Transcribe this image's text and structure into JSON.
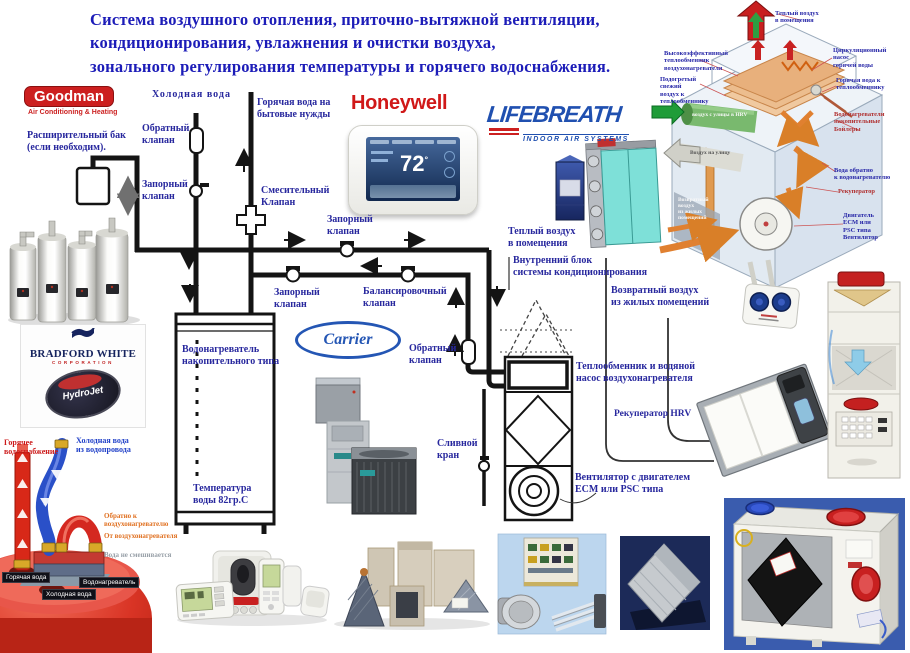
{
  "title": {
    "line1": "Система воздушного отопления, приточно-вытяжной вентиляции,",
    "line2": "кондиционирования, увлажнения и очистки воздуха,",
    "line3": "зонального регулирования температуры и горячего водоснабжения."
  },
  "logos": {
    "goodman": {
      "name": "Goodman",
      "tagline": "Air Conditioning & Heating"
    },
    "honeywell": {
      "name": "Honeywell"
    },
    "lifebreath": {
      "name": "LIFEBREATH",
      "tagline": "INDOOR AIR SYSTEMS"
    },
    "carrier": {
      "name": "Carrier"
    },
    "bradford": {
      "name": "BRADFORD WHITE",
      "tagline": "CORPORATION",
      "badge": "HydroJet"
    }
  },
  "thermostat": {
    "temp": "72",
    "degree": "°"
  },
  "schematic": {
    "cold_water": "Холодная вода",
    "hot_water_domestic": "Горячая вода на\nбытовые нужды",
    "check_valve_top": "Обратный\nклапан",
    "expansion_tank": "Расширительный бак\n(если необходим).",
    "shutoff_valve_1": "Запорный\nклапан",
    "mixing_valve": "Смесительный\nКлапан",
    "shutoff_valve_2": "Запорный\nклапан",
    "shutoff_valve_3": "Запорный\nклапан",
    "balancing_valve": "Балансировочный\nклапан",
    "check_valve_right": "Обратный\nклапан",
    "tank": "Водонагреватель\nнакопительного типа",
    "water_temp": "Температура\nводы 82гр.С",
    "drain_valve": "Сливной\nкран",
    "warm_air": "Теплый воздух\nв помещения",
    "indoor_unit": "Внутренний блок\nсистемы кондиционирования",
    "return_air": "Возвратный воздух\nиз жилых помещений",
    "heat_exchanger": "Теплообменник и водяной\nнасос воздухонагревателя",
    "hrv": "Рекуператор HRV",
    "fan": "Вентилятор с двигателем\nECM или PSC типа"
  },
  "airhandler": {
    "warm_air": "Теплый воздух\nв помещения",
    "hx": "Высокоэффективный\nтеплообменник\nвоздухонагревателя",
    "preheated": "Подогретый свежий\nвоздух к\nтеплообменнику",
    "pump": "Циркуляционный\nнасос\nгорячей воды",
    "hot_to_hx": "Горячая вода к\nтеплообменнику",
    "boilers": "Водонагреватели\nнакопительные\nБойлеры",
    "outside_air": "воздух с улицы в HRV",
    "exhaust_air": "Воздух на улицу",
    "water_back": "Вода обратно\nк водонагревателю",
    "recuperator": "Рекуператор",
    "return_air": "Возвратный\nвоздух\nиз жилых\nпомещений",
    "motor": "Двигатель\nECM или\nPSC типа\nВентилятор"
  },
  "boiler": {
    "hot_supply": "Горячее\nводоснабжение",
    "cold_main": "Холодная вода\nиз водопровода",
    "back_to_heater": "Обратно к\nвоздухонагревателю",
    "from_heater": "От воздухонагревателя",
    "no_mixing": "Вода не смешивается",
    "hot_water": "Горячая вода",
    "cold_water": "Холодная вода",
    "water_heater": "Водонагреватель"
  },
  "colors": {
    "title_blue": "#1c1cb8",
    "label_blue": "#28289e",
    "brand_red": "#cc1a1a",
    "lifebreath_blue": "#2050b0",
    "carrier_blue": "#2456b4",
    "pipe_black": "#141414",
    "hot_red": "#d42820",
    "cold_blue": "#2a50c8",
    "accent_orange": "#e07020"
  }
}
